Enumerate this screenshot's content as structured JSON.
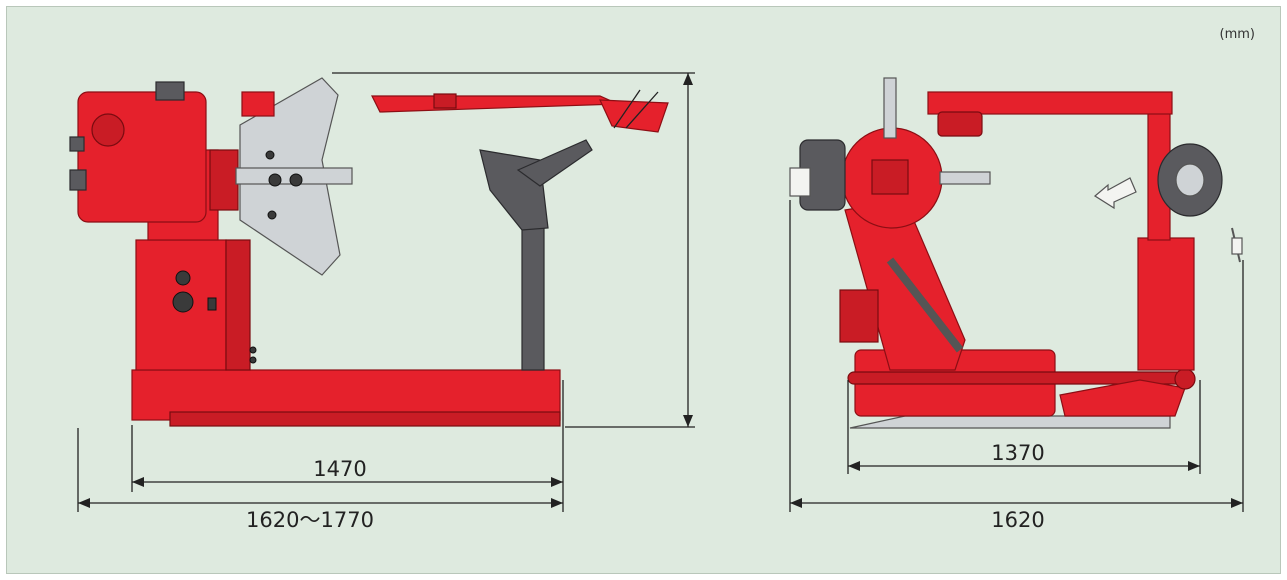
{
  "unit_label": "(mm)",
  "colors": {
    "machine_red": "#e5212c",
    "background": "#deeadf",
    "dimension_line": "#222222"
  },
  "side_view": {
    "dimensions": {
      "base_length": "1470",
      "total_length": "1620～1770"
    }
  },
  "front_view": {
    "dimensions": {
      "base_width": "1370",
      "total_width": "1620"
    }
  }
}
